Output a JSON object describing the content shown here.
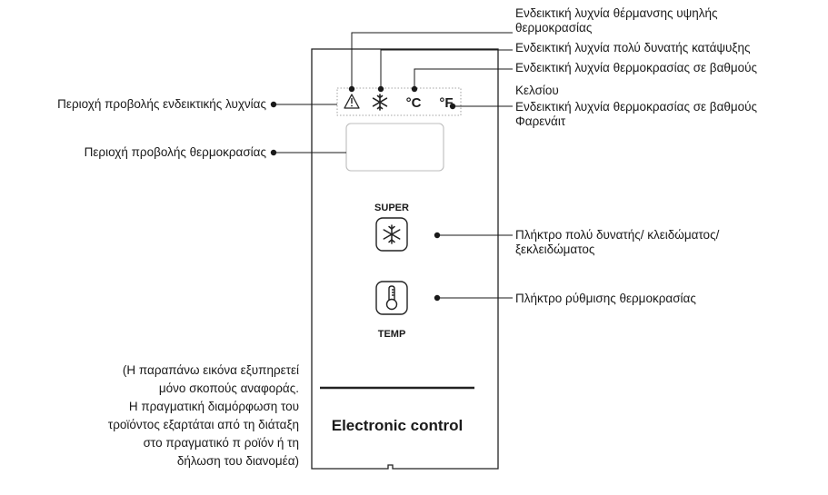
{
  "labels": {
    "high_temp_indicator": [
      "Ενδεικτική λυχνία θέρμανσης υψηλής",
      "θερμοκρασίας"
    ],
    "super_freeze_indicator": "Ενδεικτική λυχνία πολύ δυνατής κατάψυξης",
    "celsius_indicator": [
      "Ενδεικτική λυχνία θερμοκρασίας σε βαθμούς",
      "Κελσίου"
    ],
    "fahrenheit_indicator": [
      "Ενδεικτική λυχνία θερμοκρασίας σε βαθμούς",
      "Φαρενάιτ"
    ],
    "indicator_area": "Περιοχή προβολής ενδεικτικής λυχνίας",
    "temperature_area": "Περιοχή προβολής θερμοκρασίας",
    "super_lock_button": [
      "Πλήκτρο πολύ δυνατής/ κλειδώματος/",
      "ξεκλειδώματος"
    ],
    "temp_button": "Πλήκτρο ρύθμισης θερμοκρασίας"
  },
  "panel": {
    "celsius_symbol": "°C",
    "fahrenheit_symbol": "°F",
    "super_label": "SUPER",
    "temp_label": "TEMP",
    "brand_text": "Electronic control"
  },
  "note_lines": [
    "(Η παραπάνω εικόνα εξυπηρετεί",
    "μόνο σκοπούς αναφοράς.",
    "Η πραγματική διαμόρφωση του",
    "τροϊόντος εξαρτάται από τη διάταξη",
    "στο πραγματικό π ροϊόν ή τη",
    "δήλωση του διανομέα)"
  ],
  "icons": [
    "warning-icon",
    "snowflake-icon",
    "thermometer-icon"
  ]
}
